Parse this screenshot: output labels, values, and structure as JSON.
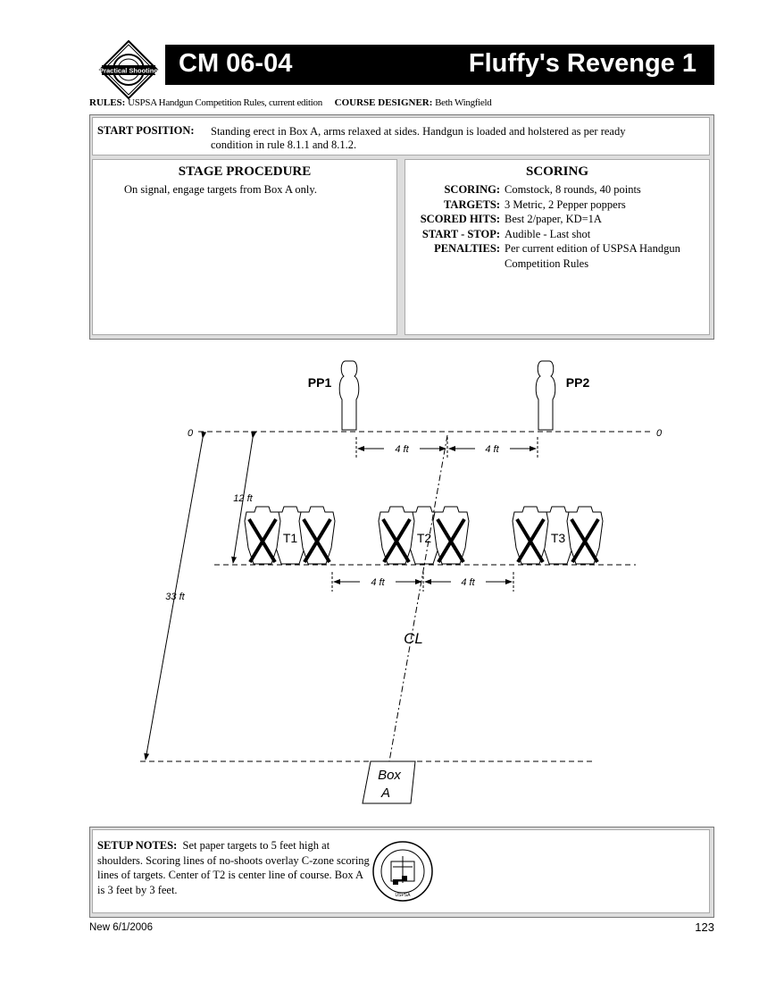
{
  "header": {
    "logo_alt": "Practical Shooting",
    "code": "CM 06-04",
    "stage_name": "Fluffy's Revenge 1"
  },
  "rules": {
    "rules_label": "RULES:",
    "rules_value": "USPSA Handgun Competition Rules, current edition",
    "designer_label": "COURSE DESIGNER:",
    "designer_value": "Beth Wingfield"
  },
  "start_position": {
    "label": "START POSITION:",
    "line1": "Standing erect in Box A, arms relaxed at sides. Handgun is loaded and holstered as per ready",
    "line2": "condition in rule 8.1.1 and 8.1.2."
  },
  "stage_procedure": {
    "heading": "STAGE PROCEDURE",
    "text": "On signal, engage targets from Box A only."
  },
  "scoring": {
    "heading": "SCORING",
    "rows": [
      {
        "label": "SCORING:",
        "value": "Comstock, 8 rounds, 40 points"
      },
      {
        "label": "TARGETS:",
        "value": "3 Metric, 2 Pepper poppers"
      },
      {
        "label": "SCORED HITS:",
        "value": "Best 2/paper, KD=1A"
      },
      {
        "label": "START - STOP:",
        "value": "Audible - Last shot"
      },
      {
        "label": "PENALTIES:",
        "value": "Per current edition of USPSA Handgun Competition Rules"
      }
    ]
  },
  "diagram": {
    "popper1": "PP1",
    "popper2": "PP2",
    "zero_left": "0",
    "zero_right": "0",
    "dist_4ft_a": "4 ft",
    "dist_4ft_b": "4 ft",
    "dist_4ft_c": "4 ft",
    "dist_4ft_d": "4 ft",
    "dist_12ft": "12 ft",
    "dist_33ft": "33 ft",
    "t1": "T1",
    "t2": "T2",
    "t3": "T3",
    "centerline": "CL",
    "box_line1": "Box",
    "box_line2": "A"
  },
  "setup_notes": {
    "label": "SETUP NOTES:",
    "text": "Set paper targets to 5 feet high at shoulders. Scoring lines of no-shoots overlay C-zone scoring lines of targets. Center of T2 is center line of course. Box A is 3 feet by 3 feet.",
    "seal_text": "USPSA"
  },
  "footer": {
    "date": "New 6/1/2006",
    "page": "123"
  }
}
